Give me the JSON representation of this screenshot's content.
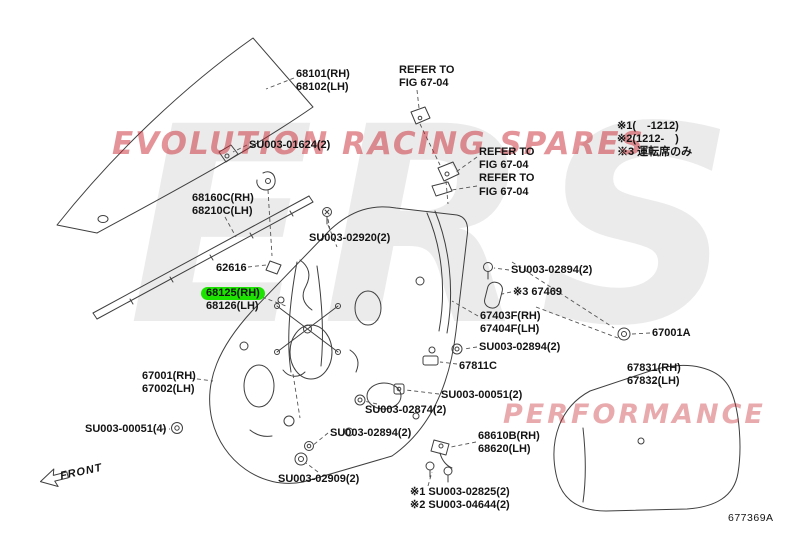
{
  "watermarks": {
    "brand_text": "EVOLUTION RACING SPARES",
    "performance_text": "PERFORMANCE",
    "ers_text": "ERS",
    "red_color": "#c62028"
  },
  "highlight_color": "#1ce300",
  "notes_top_right": [
    "※1(　-1212)",
    "※2(1212-　)",
    "※3 運転席のみ"
  ],
  "labels": {
    "glass": [
      "68101(RH)",
      "68102(LH)"
    ],
    "refer_fig_top": [
      "REFER TO",
      "FIG 67-04"
    ],
    "su003_01624": "SU003-01624(2)",
    "belt_molding": [
      "68160C(RH)",
      "68210C(LH)"
    ],
    "refer_fig_mid": [
      "REFER TO",
      "FIG 67-04",
      "REFER TO",
      "FIG 67-04"
    ],
    "su003_02920": "SU003-02920(2)",
    "p62616": "62616",
    "regulator_rh": "68125(RH)",
    "regulator_lh": "68126(LH)",
    "su003_02894_a": "SU003-02894(2)",
    "p67469": "※3 67469",
    "run_channel": [
      "67403F(RH)",
      "67404F(LH)"
    ],
    "p67001a": "67001A",
    "su003_02894_b": "SU003-02894(2)",
    "p67811c": "67811C",
    "door_inner": [
      "67001(RH)",
      "67002(LH)"
    ],
    "su003_00051_2": "SU003-00051(2)",
    "su003_02874": "SU003-02874(2)",
    "door_outer": [
      "67831(RH)",
      "67832(LH)"
    ],
    "su003_00051_4": "SU003-00051(4)",
    "su003_02894_c": "SU003-02894(2)",
    "door_check": [
      "68610B(RH)",
      "68620(LH)"
    ],
    "su003_02909": "SU003-02909(2)",
    "bottom_notes": [
      "※1 SU003-02825(2)",
      "※2 SU003-04644(2)"
    ],
    "front": "FRONT",
    "doc_number": "677369A"
  }
}
